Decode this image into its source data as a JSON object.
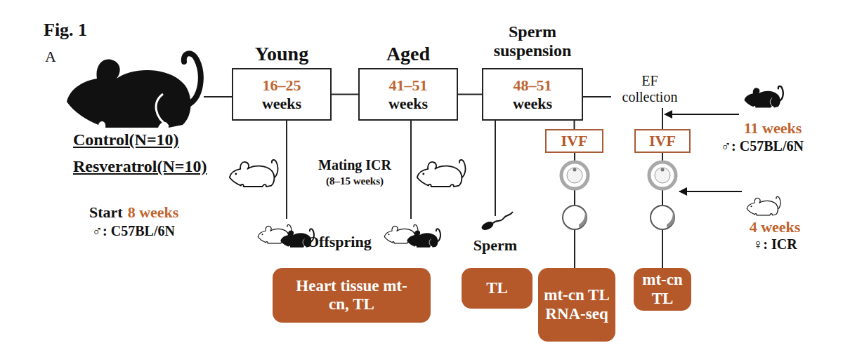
{
  "diagram": {
    "nodes": [
      {
        "text": [
          "Young",
          "16–25",
          "weeks"
        ]
      },
      {
        "text": [
          "Aged",
          "41–51",
          "weeks"
        ]
      },
      {
        "text": [
          "Sperm suspension",
          "48–51",
          "weeks"
        ]
      },
      {
        "text": [
          "IVF"
        ]
      },
      {
        "text": [
          "IVF"
        ]
      },
      {
        "text": [
          "Heart tissue mt-cn, TL"
        ]
      },
      {
        "text": [
          "TL"
        ]
      },
      {
        "text": [
          "mt-cn TL RNA-seq"
        ]
      },
      {
        "text": [
          "mt-cn TL"
        ]
      }
    ],
    "edges": [
      {
        "from": 0,
        "to": 1,
        "arrow": "none"
      },
      {
        "from": 1,
        "to": 2,
        "arrow": "none"
      },
      {
        "from": 2,
        "to": 3,
        "arrow": "none"
      }
    ],
    "labels": [
      "Fig. 1",
      "A",
      "Control(N=10)",
      "Resveratrol(N=10)",
      "Start",
      "8 weeks",
      "♂: C57BL/6N",
      "Mating ICR",
      "(8–15 weeks)",
      "Offspring",
      "Sperm",
      "EF collection",
      "11 weeks",
      "♂: C57BL/6N",
      "4 weeks",
      "♀: ICR"
    ]
  }
}
